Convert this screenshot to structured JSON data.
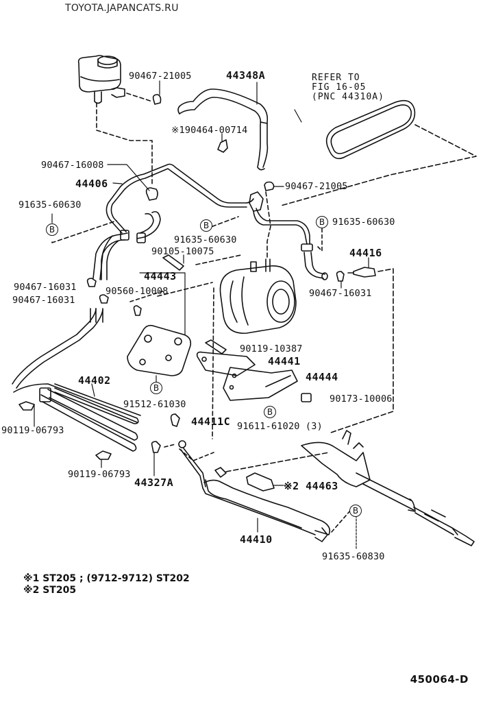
{
  "header": {
    "site": "TOYOTA.JAPANCATS.RU"
  },
  "refer_note": {
    "line1": "REFER TO",
    "line2": "FIG 16-05",
    "line3": "(PNC 44310A)"
  },
  "labels": {
    "reservoir_clamp": "90467-21005",
    "reservoir_hose": "44348A",
    "clip_note1": "※190464-00714",
    "clamp_16008": "90467-16008",
    "pipe_44406": "44406",
    "bolt_b_left": "91635-60630",
    "clamp_21005_b": "90467-21005",
    "bolt_b_mid": "91635-60630",
    "bolt_b_right": "91635-60630",
    "bolt_10075": "90105-10075",
    "valve_44416": "44416",
    "clamp_16031_a": "90467-16031",
    "clamp_16031_b": "90467-16031",
    "clamp_16031_c": "90467-16031",
    "bracket_44443": "44443",
    "nut_10008": "90560-10008",
    "bolt_10387": "90119-10387",
    "bracket_44441": "44441",
    "bracket_44444": "44444",
    "cooler_44402": "44402",
    "nut_10006": "90173-10006",
    "bolt_61030": "91512-61030",
    "bolt_06793_a": "90119-06793",
    "bolt_61020": "91611-61020 (3)",
    "clamp_44411c": "44411C",
    "bolt_06793_b": "90119-06793",
    "clamp_44327a": "44327A",
    "cover_44463": "※2 44463",
    "tube_44410": "44410",
    "bolt_60830": "91635-60830",
    "b_marker": "B"
  },
  "footnotes": {
    "note1": "※1 ST205 ; (9712-9712) ST202",
    "note2": "※2 ST205"
  },
  "diagram_code": "450064-D"
}
